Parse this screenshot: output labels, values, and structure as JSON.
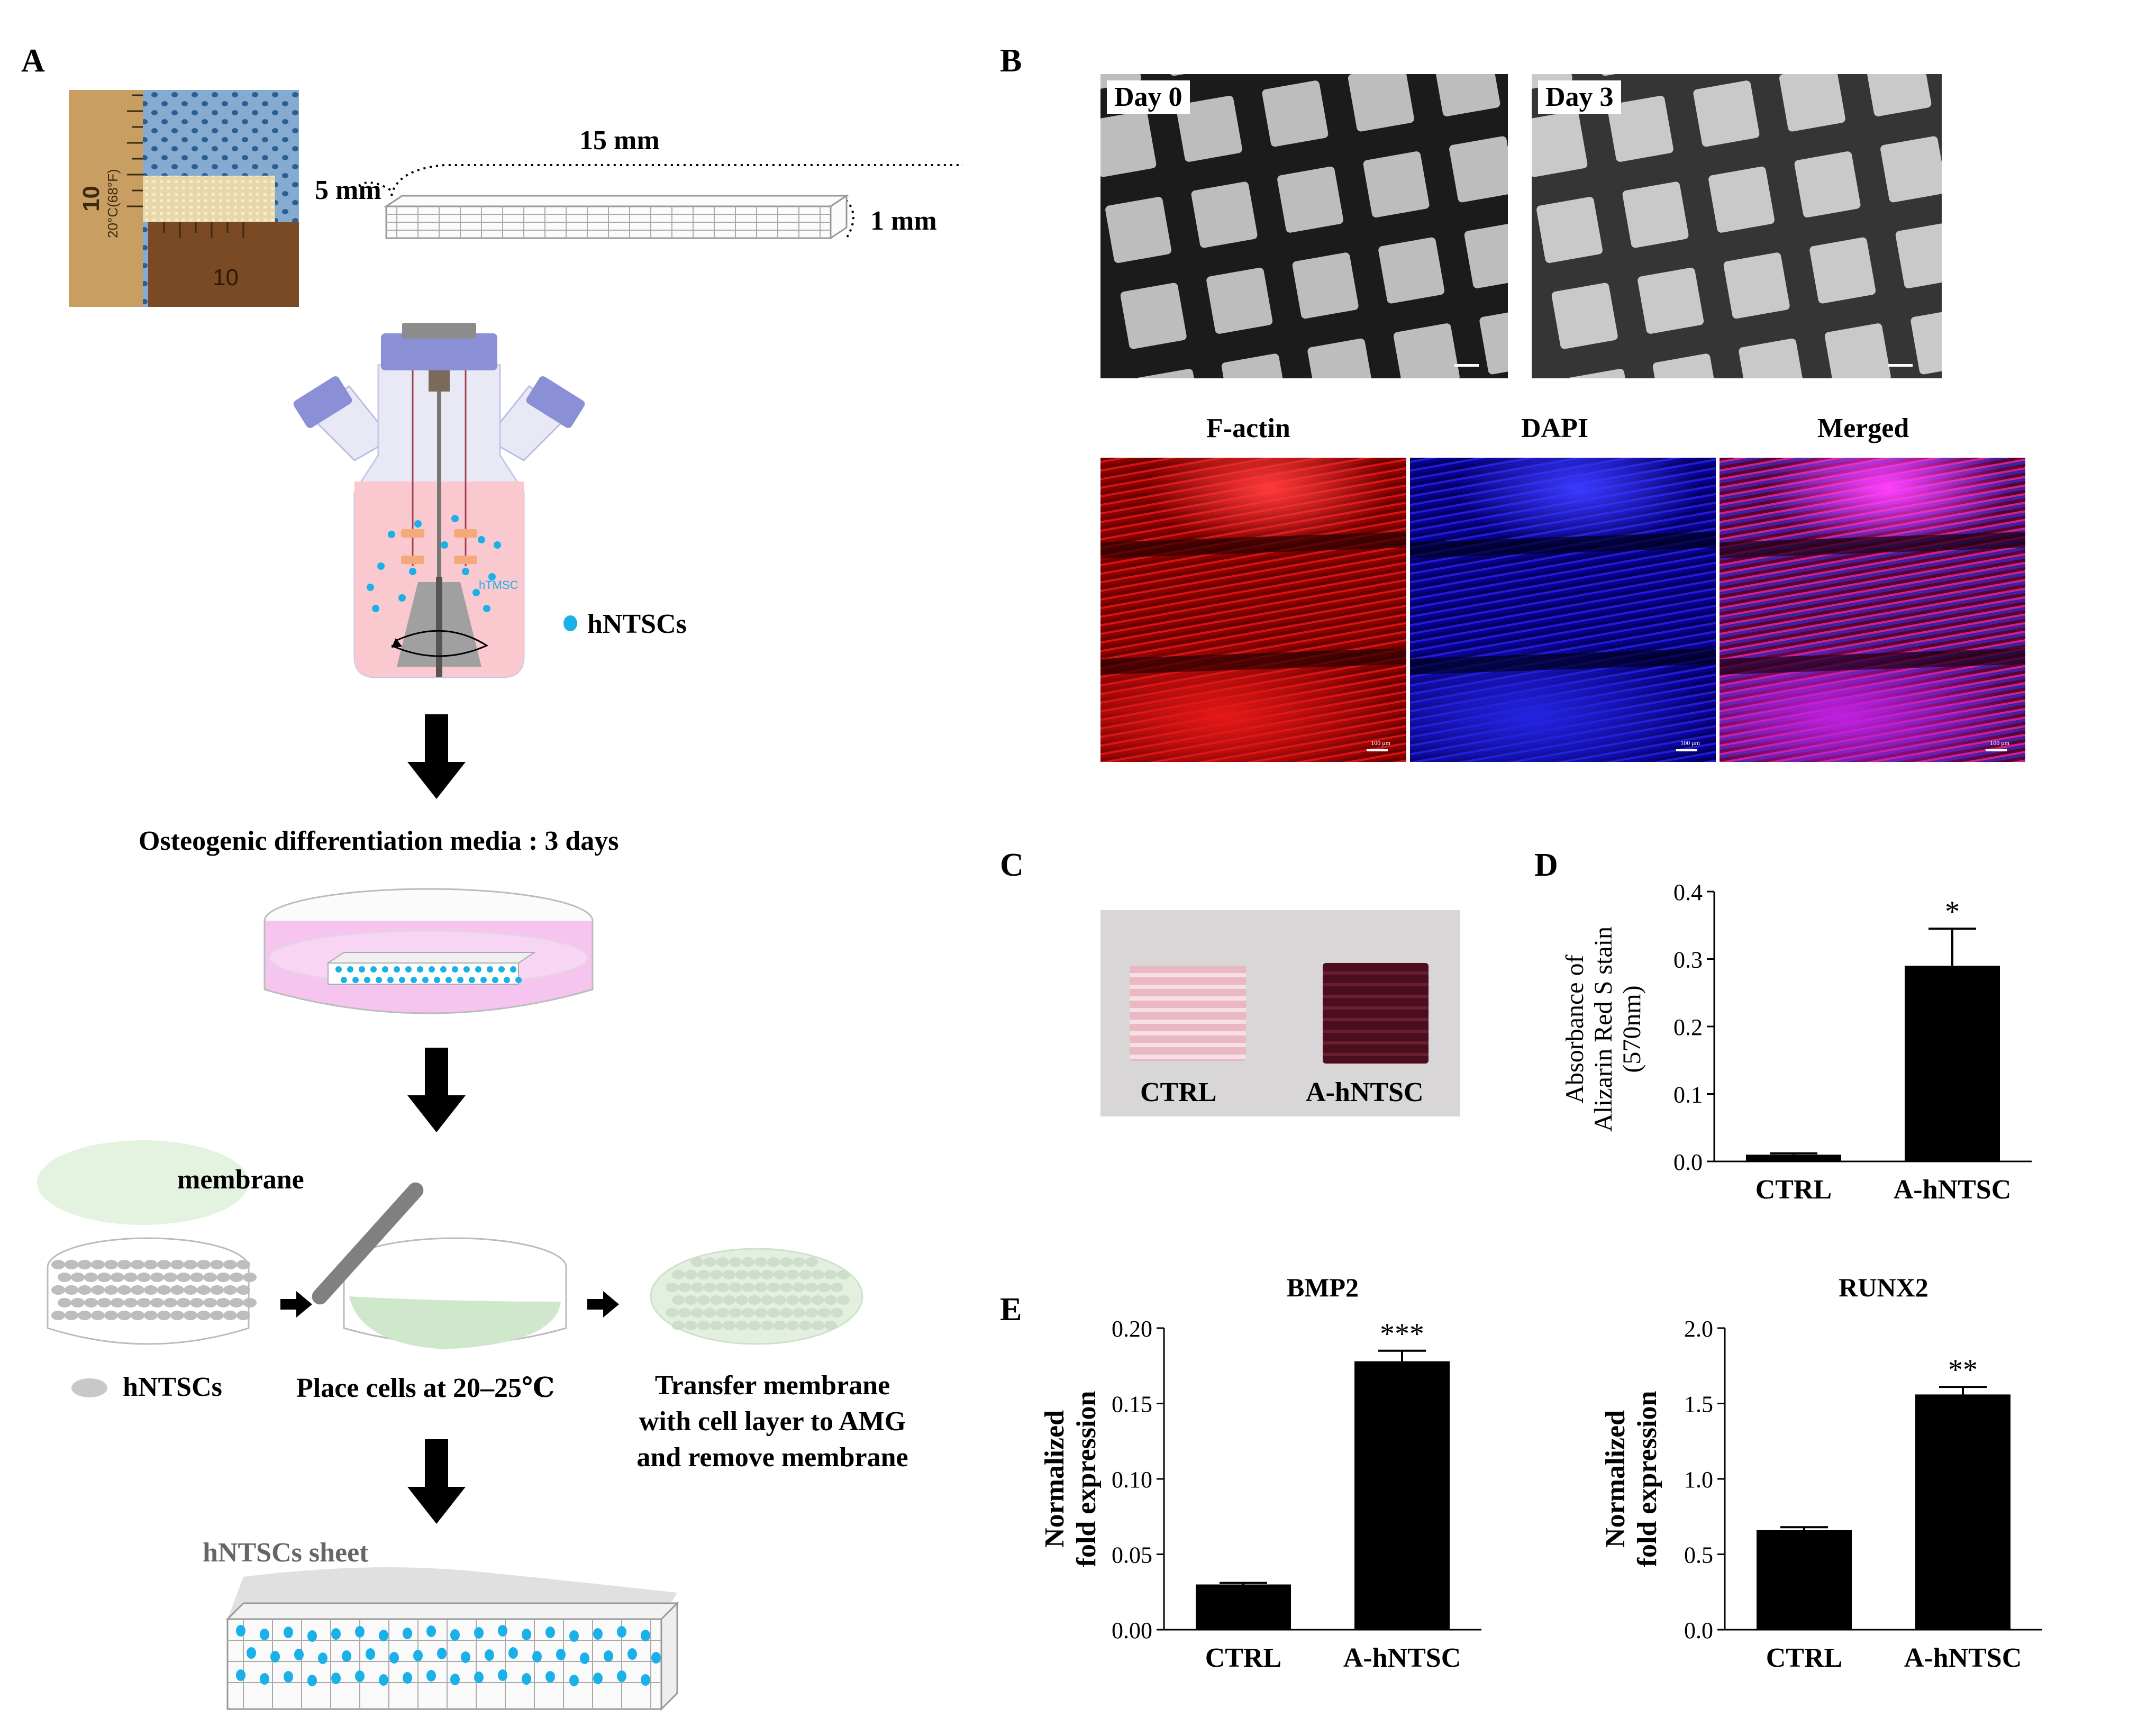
{
  "panels": {
    "a": "A",
    "b": "B",
    "c": "C",
    "d": "D",
    "e": "E"
  },
  "panel_a": {
    "photo_ruler_top": "10",
    "photo_ruler_temp": "20°C(68°F)",
    "photo_ruler_bottom": "10",
    "dim_length": "15 mm",
    "dim_width": "5 mm",
    "dim_height": "1 mm",
    "bioreactor_inner_label": "hTMSC",
    "legend_cells": "hNTSCs",
    "step1": "Osteogenic differentiation media : 3 days",
    "membrane_label": "membrane",
    "cells_label": "hNTSCs",
    "place_cells": "Place cells at 20–25℃",
    "transfer_line1": "Transfer membrane",
    "transfer_line2": "with cell layer to AMG",
    "transfer_line3": "and remove membrane",
    "sheet_label": "hNTSCs sheet",
    "colors": {
      "cell": "#1ab0e8",
      "media": "#f9c9cf",
      "lid": "#8a8fd6",
      "membrane": "#e3f3df"
    }
  },
  "panel_b": {
    "day0": "Day 0",
    "day3": "Day 3",
    "channels": [
      "F-actin",
      "DAPI",
      "Merged"
    ],
    "scale_text": "100 μm"
  },
  "panel_c": {
    "ctrl": "CTRL",
    "treated": "A-hNTSC"
  },
  "chart_d": {
    "ylabel_line1": "Absorbance of",
    "ylabel_line2": "Alizarin Red S stain",
    "ylabel_line3": "(570nm)"
  },
  "chart_data": [
    {
      "id": "D",
      "type": "bar",
      "categories": [
        "CTRL",
        "A-hNTSC"
      ],
      "values": [
        0.01,
        0.29
      ],
      "errors": [
        0.002,
        0.055
      ],
      "significance": [
        "",
        "*"
      ],
      "ylim": [
        0,
        0.4
      ],
      "yticks": [
        "0.0",
        "0.1",
        "0.2",
        "0.3",
        "0.4"
      ]
    },
    {
      "id": "E-BMP2",
      "type": "bar",
      "title": "BMP2",
      "ylabel_line1": "Normalized",
      "ylabel_line2": "fold expression",
      "categories": [
        "CTRL",
        "A-hNTSC"
      ],
      "values": [
        0.03,
        0.178
      ],
      "errors": [
        0.001,
        0.007
      ],
      "significance": [
        "",
        "***"
      ],
      "ylim": [
        0,
        0.2
      ],
      "yticks": [
        "0.00",
        "0.05",
        "0.10",
        "0.15",
        "0.20"
      ]
    },
    {
      "id": "E-RUNX2",
      "type": "bar",
      "title": "RUNX2",
      "ylabel_line1": "Normalized",
      "ylabel_line2": "fold expression",
      "categories": [
        "CTRL",
        "A-hNTSC"
      ],
      "values": [
        0.66,
        1.56
      ],
      "errors": [
        0.02,
        0.05
      ],
      "significance": [
        "",
        "**"
      ],
      "ylim": [
        0,
        2.0
      ],
      "yticks": [
        "0.0",
        "0.5",
        "1.0",
        "1.5",
        "2.0"
      ]
    }
  ]
}
